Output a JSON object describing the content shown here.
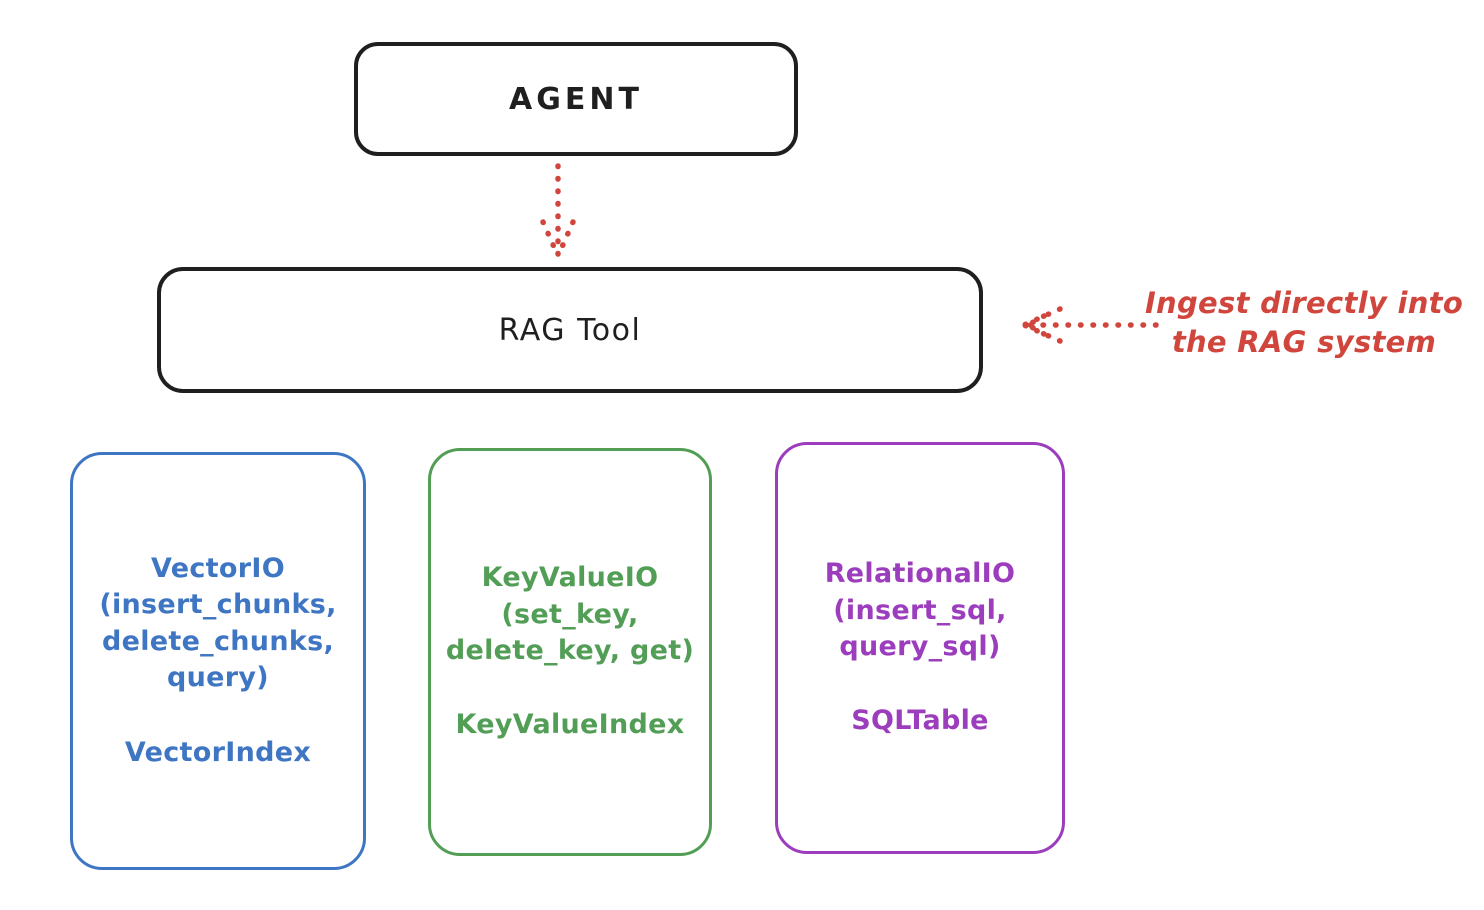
{
  "colors": {
    "ink": "#1f1f1f",
    "red": "#d0463d",
    "blue": "#3f76c3",
    "green": "#539e57",
    "purple": "#9b3dbd",
    "background": "#ffffff"
  },
  "diagram": {
    "agent": {
      "label": "AGENT"
    },
    "rag_tool": {
      "label": "RAG Tool"
    },
    "annotation": {
      "line1": "Ingest directly into",
      "line2": "the RAG system",
      "color": "#d0463d"
    },
    "arrows": {
      "agent_to_rag_tool": "dotted-down-arrow",
      "annotation_to_rag_tool": "dotted-left-arrow"
    },
    "backends": [
      {
        "name": "VectorIO",
        "methods_lines": [
          "(insert_chunks,",
          "delete_chunks,",
          "query)"
        ],
        "index_label": "VectorIndex",
        "color": "#3f76c3"
      },
      {
        "name": "KeyValueIO",
        "methods_lines": [
          "(set_key,",
          "delete_key, get)"
        ],
        "index_label": "KeyValueIndex",
        "color": "#539e57"
      },
      {
        "name": "RelationalIO",
        "methods_lines": [
          "(insert_sql,",
          "query_sql)"
        ],
        "index_label": "SQLTable",
        "color": "#9b3dbd"
      }
    ]
  }
}
